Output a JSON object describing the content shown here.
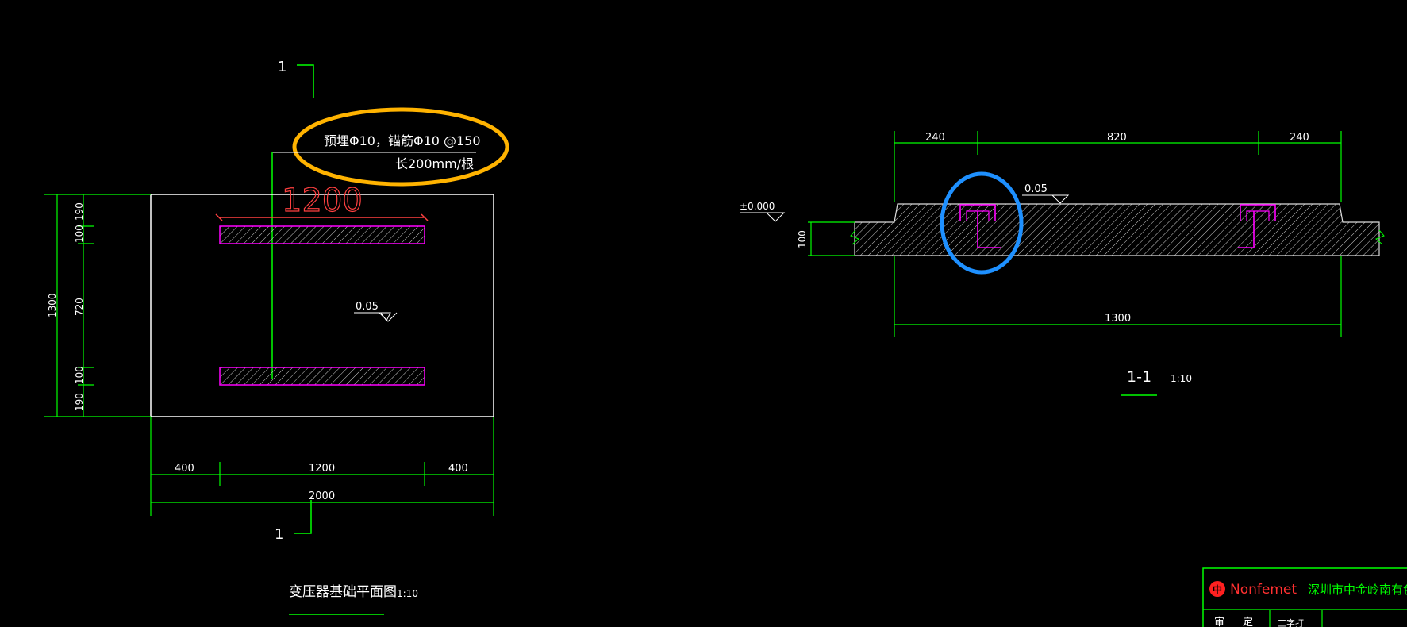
{
  "colors": {
    "background": "#000000",
    "dimension": "#00ff00",
    "outline": "#ffffff",
    "embed": "#ff00ff",
    "red_dim": "#ff4040",
    "highlight_orange": "#ffb300",
    "highlight_blue": "#1e90ff",
    "hatch": "#cccccc"
  },
  "plan": {
    "section_mark_top": "1",
    "section_mark_bottom": "1",
    "callout_line1": "预埋Φ10，锚筋Φ10 @150",
    "callout_line2": "长200mm/根",
    "red_length": "1200",
    "level_label": "0.05",
    "left_dims": {
      "d190_top": "190",
      "d100_top": "100",
      "d720": "720",
      "d100_bottom": "100",
      "d190_bottom": "190",
      "total": "1300"
    },
    "bottom_dims": {
      "left": "400",
      "middle": "1200",
      "right": "400",
      "total": "2000"
    },
    "title": "变压器基础平面图",
    "scale": "1:10"
  },
  "section": {
    "top_dims": {
      "left": "240",
      "middle": "820",
      "right": "240"
    },
    "level_zero": "±0.000",
    "level_top": "0.05",
    "height_dim": "100",
    "bottom_dim": "1300",
    "title": "1-1",
    "scale": "1:10"
  },
  "title_block": {
    "brand": "Nonfemet",
    "company": "深圳市中金岭南有色金属",
    "row_label1": "审",
    "row_label2": "定",
    "row_cell": "工字打"
  }
}
